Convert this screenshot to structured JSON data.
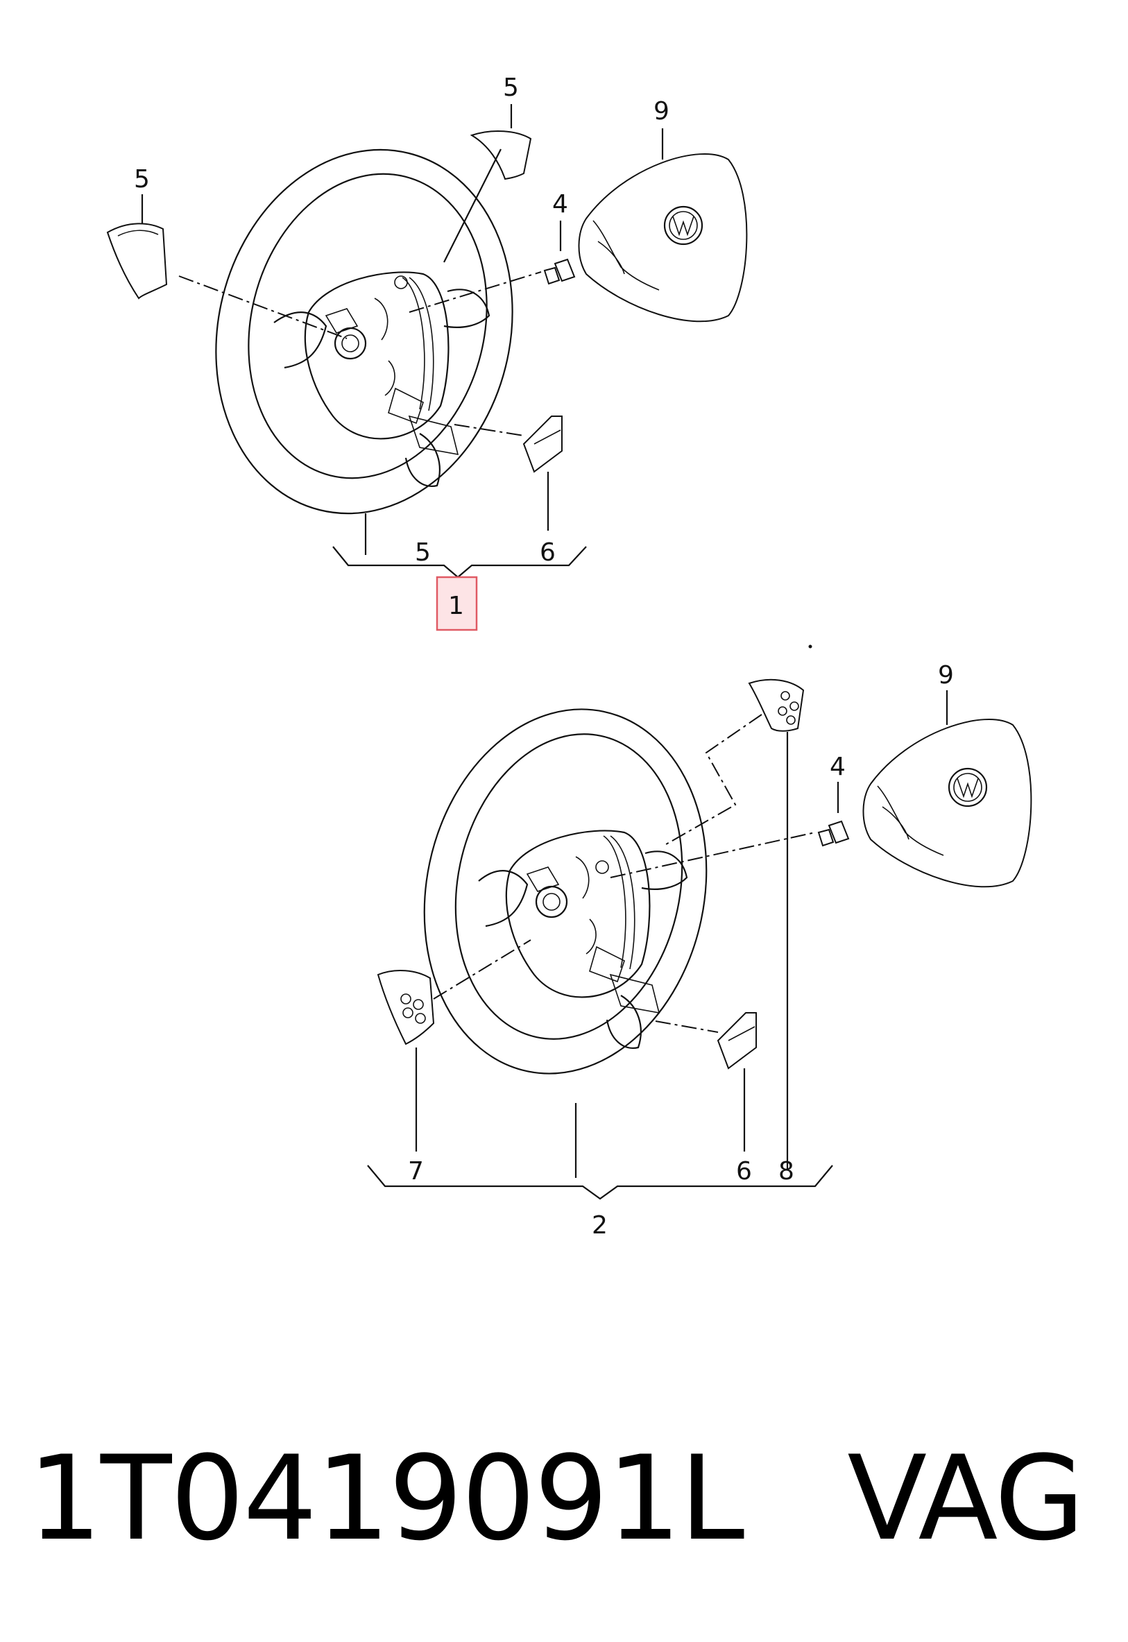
{
  "diagram": {
    "top_assembly": {
      "callouts": {
        "trim_left": "5",
        "trim_top": "5",
        "airbag": "9",
        "bolt": "4",
        "group_label_trim": "5",
        "group_label_trim_bottom": "6",
        "assembly": "1"
      }
    },
    "bottom_assembly": {
      "callouts": {
        "airbag": "9",
        "bolt": "4",
        "button_left": "7",
        "trim_bottom": "6",
        "button_right": "8",
        "assembly": "2"
      }
    },
    "highlight_color": "#e05a64"
  },
  "caption": {
    "part_number": "1T0419091L",
    "brand": "VAG"
  }
}
